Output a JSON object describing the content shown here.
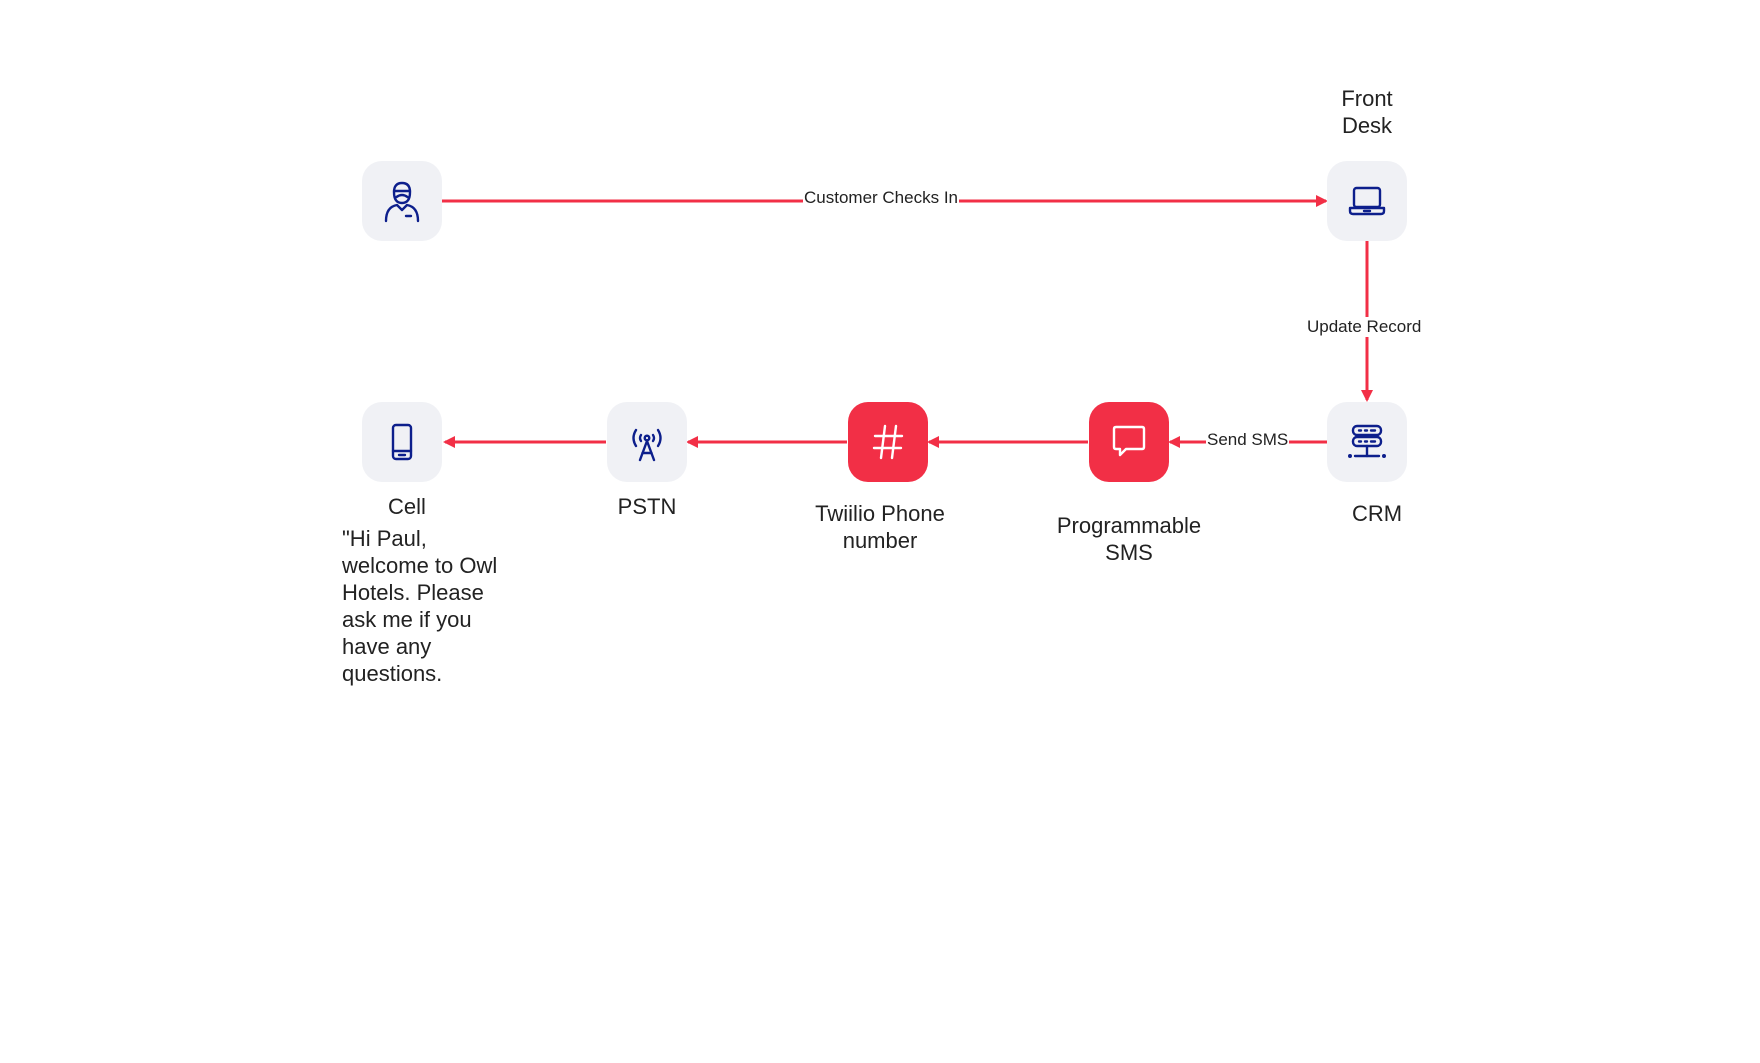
{
  "nodes": {
    "customer": {
      "label": "",
      "icon": "customer-person-icon"
    },
    "front_desk": {
      "label": "Front Desk",
      "label_lines": [
        "Front",
        "Desk"
      ],
      "icon": "laptop-icon"
    },
    "crm": {
      "label": "CRM",
      "icon": "server-stack-icon"
    },
    "programmable_sms": {
      "label": "Programmable SMS",
      "label_lines": [
        "Programmable",
        "SMS"
      ],
      "icon": "chat-bubble-icon"
    },
    "twilio_number": {
      "label": "Twiilio Phone number",
      "label_lines": [
        "Twiilio Phone",
        "number"
      ],
      "icon": "hash-icon"
    },
    "pstn": {
      "label": "PSTN",
      "icon": "radio-tower-icon"
    },
    "cell": {
      "label": "Cell",
      "icon": "mobile-phone-icon"
    }
  },
  "edges": {
    "checks_in": {
      "from": "customer",
      "to": "front_desk",
      "label": "Customer Checks In"
    },
    "update_record": {
      "from": "front_desk",
      "to": "crm",
      "label": "Update Record"
    },
    "send_sms": {
      "from": "crm",
      "to": "programmable_sms",
      "label": "Send SMS"
    },
    "sms_to_number": {
      "from": "programmable_sms",
      "to": "twilio_number",
      "label": ""
    },
    "number_to_pstn": {
      "from": "twilio_number",
      "to": "pstn",
      "label": ""
    },
    "pstn_to_cell": {
      "from": "pstn",
      "to": "cell",
      "label": ""
    }
  },
  "message": {
    "lines": [
      "\"Hi Paul,",
      "welcome to Owl",
      "Hotels. Please",
      "ask me if you",
      "have any",
      "questions."
    ]
  },
  "colors": {
    "accent": "#f22f46",
    "icon": "#0d1f8c",
    "tile": "#f0f1f5"
  }
}
